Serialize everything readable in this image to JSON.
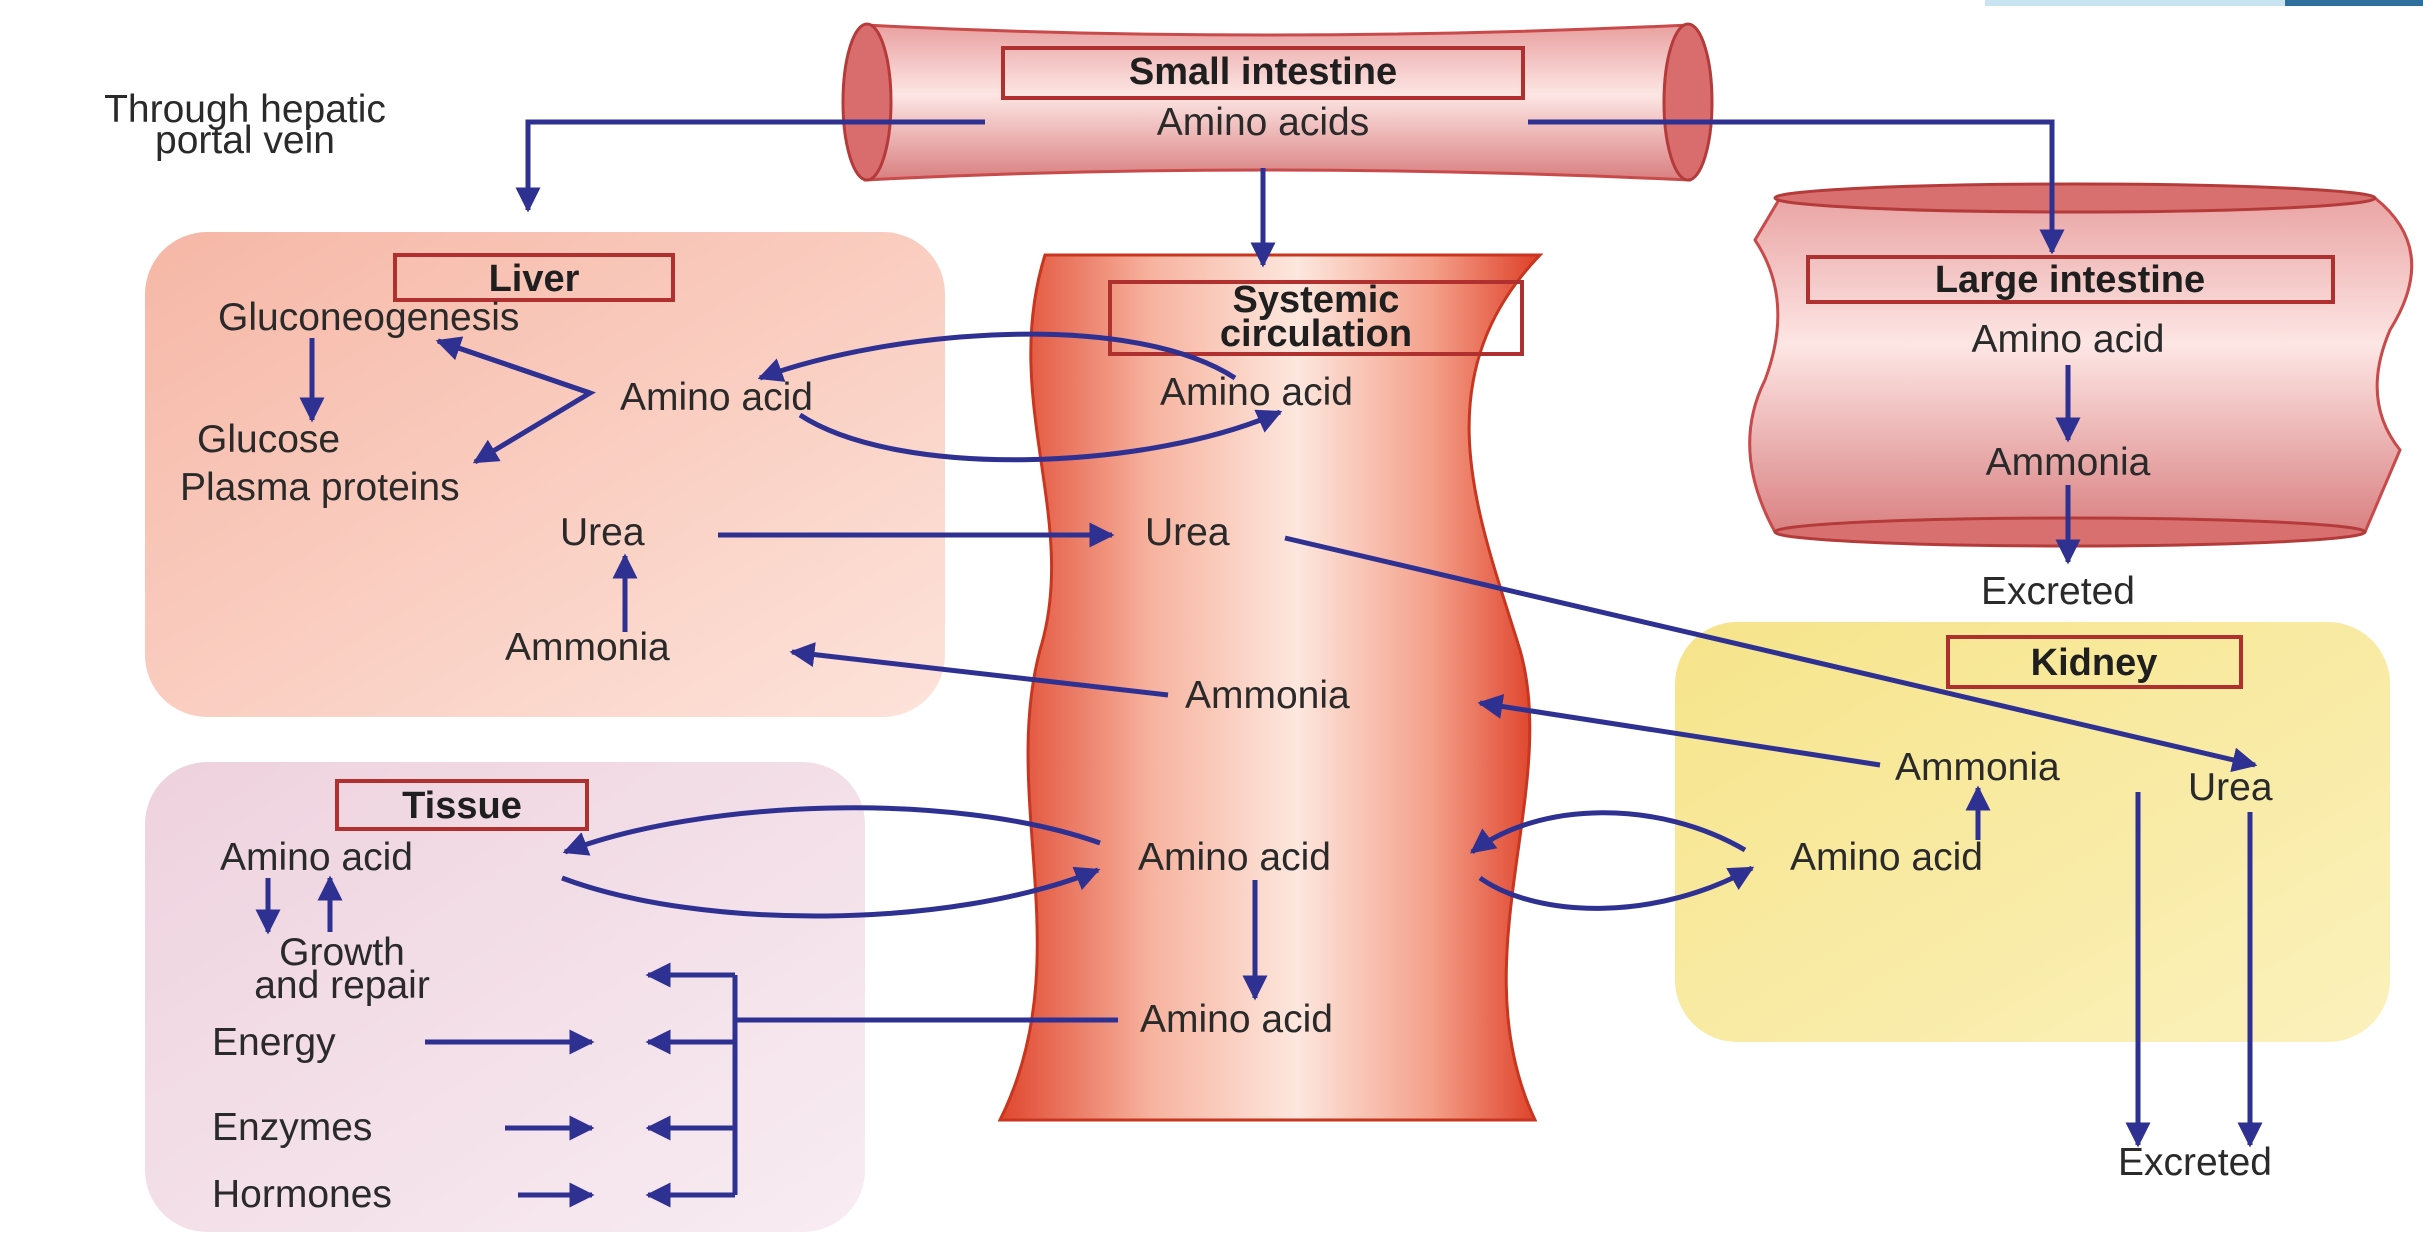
{
  "colors": {
    "arrow": "#2e3192",
    "vessel": "#e8543a",
    "liver_panel": "#f8c4b4",
    "tissue_panel": "#f3e0ea",
    "kidney_panel": "#f7ea9c",
    "title_box_border": "#b03030"
  },
  "portal_note": [
    "Through hepatic",
    "portal vein"
  ],
  "small_intestine": {
    "title": "Small intestine",
    "content": "Amino acids"
  },
  "large_intestine": {
    "title": "Large intestine",
    "amino_acid": "Amino acid",
    "ammonia": "Ammonia",
    "excreted": "Excreted"
  },
  "liver": {
    "title": "Liver",
    "gluconeogenesis": "Gluconeogenesis",
    "glucose": "Glucose",
    "plasma_proteins": "Plasma proteins",
    "amino_acid": "Amino acid",
    "urea": "Urea",
    "ammonia": "Ammonia"
  },
  "systemic": {
    "title_line1": "Systemic",
    "title_line2": "circulation",
    "amino_acid_top": "Amino acid",
    "urea": "Urea",
    "ammonia": "Ammonia",
    "amino_acid_mid": "Amino acid",
    "amino_acid_bottom": "Amino acid"
  },
  "tissue": {
    "title": "Tissue",
    "amino_acid": "Amino acid",
    "growth_line1": "Growth",
    "growth_line2": "and repair",
    "energy": "Energy",
    "enzymes": "Enzymes",
    "hormones": "Hormones"
  },
  "kidney": {
    "title": "Kidney",
    "ammonia": "Ammonia",
    "urea": "Urea",
    "amino_acid": "Amino acid",
    "excreted": "Excreted"
  }
}
